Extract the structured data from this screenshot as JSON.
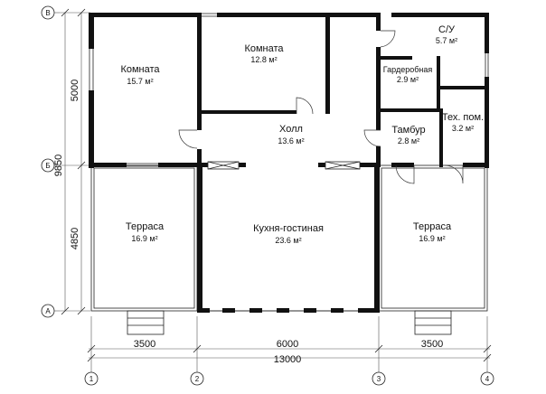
{
  "rooms": [
    {
      "name": "Комната",
      "area": "15.7 м²"
    },
    {
      "name": "Комната",
      "area": "12.8 м²"
    },
    {
      "name": "С/У",
      "area": "5.7 м²"
    },
    {
      "name": "Гардеробная",
      "area": "2.9 м²"
    },
    {
      "name": "Холл",
      "area": "13.6 м²"
    },
    {
      "name": "Тамбур",
      "area": "2.8 м²"
    },
    {
      "name": "Тех. пом.",
      "area": "3.2 м²"
    },
    {
      "name": "Терраса",
      "area": "16.9 м²"
    },
    {
      "name": "Кухня-гостиная",
      "area": "23.6 м²"
    },
    {
      "name": "Терраса",
      "area": "16.9 м²"
    }
  ],
  "dimensions": {
    "left_total": "9850",
    "left_upper": "5000",
    "left_lower": "4850",
    "bottom_1": "3500",
    "bottom_2": "6000",
    "bottom_3": "3500",
    "bottom_total": "13000"
  },
  "axes": {
    "rows": [
      "В",
      "Б",
      "А"
    ],
    "cols": [
      "1",
      "2",
      "3",
      "4"
    ]
  }
}
